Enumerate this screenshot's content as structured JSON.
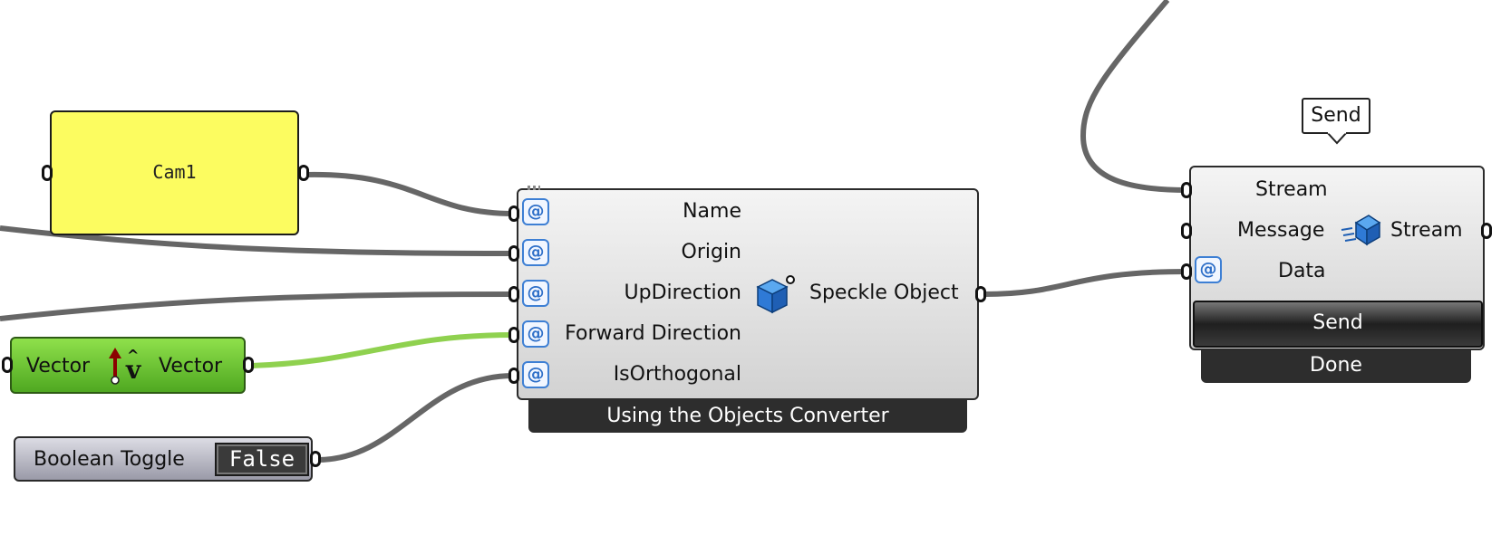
{
  "panel": {
    "text": "Cam1"
  },
  "converter": {
    "inputs": [
      "Name",
      "Origin",
      "UpDirection",
      "Forward Direction",
      "IsOrthogonal"
    ],
    "output": "Speckle Object",
    "footer": "Using the Objects Converter",
    "icon": "speckle-cube-icon"
  },
  "vector_node": {
    "input": "Vector",
    "output": "Vector",
    "icon": "unit-vector-icon"
  },
  "toggle": {
    "label": "Boolean Toggle",
    "value": "False"
  },
  "send": {
    "tooltip": "Send",
    "inputs": [
      "Stream",
      "Message",
      "Data"
    ],
    "output": "Stream",
    "button": "Send",
    "status": "Done",
    "icon": "speckle-send-icon"
  },
  "param_icon_glyph": "@",
  "colors": {
    "panel": "#fcfc60",
    "wire": "#666666",
    "wire_green": "#8fd14f",
    "vector_node": "#5cb82a",
    "tab": "#2d2d2d"
  }
}
